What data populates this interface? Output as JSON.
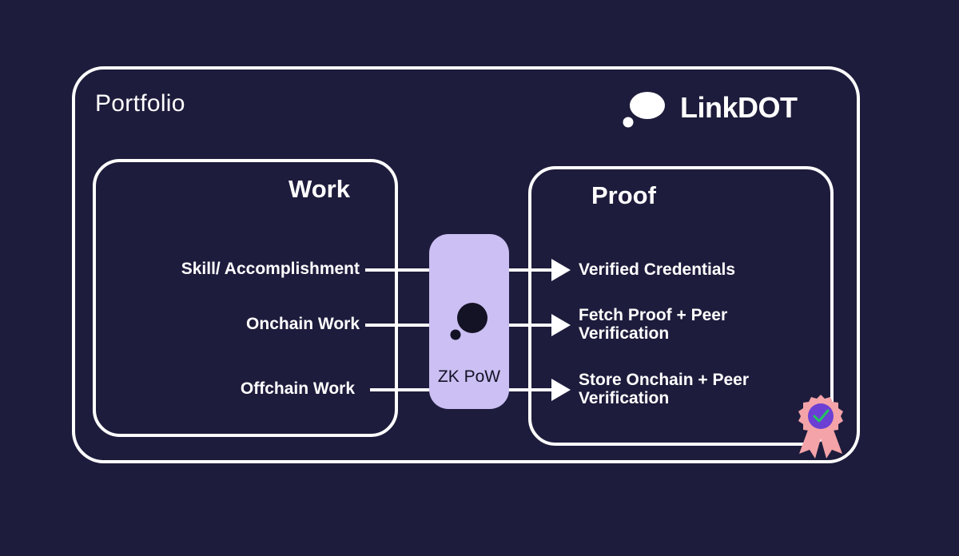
{
  "portfolio": {
    "title": "Portfolio"
  },
  "brand": {
    "name": "LinkDOT",
    "logo_icon": "speech-bubble-logo-icon"
  },
  "work": {
    "title": "Work",
    "items": [
      "Skill/ Accomplishment",
      "Onchain Work",
      "Offchain Work"
    ]
  },
  "zk": {
    "label": "ZK PoW",
    "icon": "thought-bubble-icon"
  },
  "proof": {
    "title": "Proof",
    "items": [
      {
        "line1": "Verified Credentials",
        "line2": ""
      },
      {
        "line1": "Fetch Proof + Peer",
        "line2": "Verification"
      },
      {
        "line1": "Store Onchain + Peer",
        "line2": "Verification"
      }
    ],
    "badge_icon": "award-ribbon-icon"
  },
  "colors": {
    "background": "#1e1c3c",
    "stroke": "#ffffff",
    "zk_fill": "#cbbff3",
    "badge_outer": "#f4a3a8",
    "badge_inner": "#6b3fd4",
    "check": "#22c55e"
  }
}
